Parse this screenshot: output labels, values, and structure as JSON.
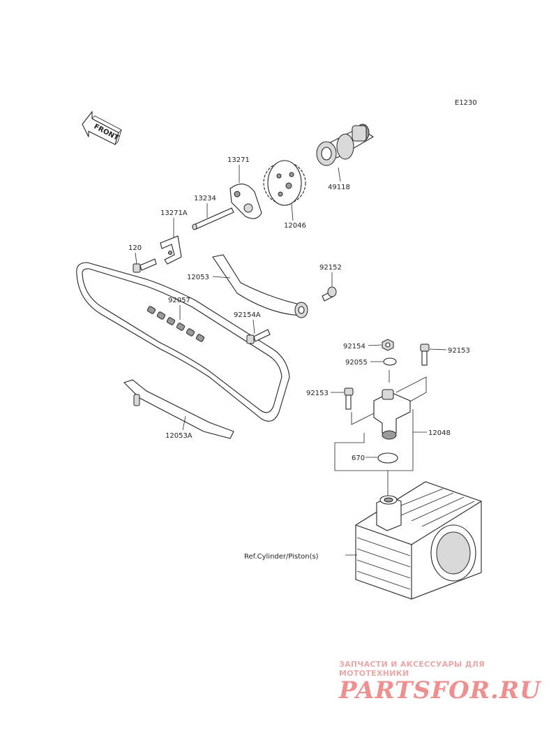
{
  "diagram_code": "E1230",
  "front_arrow": "FRONT",
  "labels": {
    "p13271": "13271",
    "p13234": "13234",
    "p13271a": "13271A",
    "p120": "120",
    "p12046": "12046",
    "p49118": "49118",
    "p12053": "12053",
    "p92152": "92152",
    "p92057": "92057",
    "p92154a": "92154A",
    "p92154": "92154",
    "p92153_right": "92153",
    "p92055": "92055",
    "p92153_left": "92153",
    "p12048": "12048",
    "p670": "670",
    "p12053a": "12053A",
    "ref_cylinder": "Ref.Cylinder/Piston(s)"
  },
  "watermark": {
    "subtitle": "ЗАПЧАСТИ И АКСЕССУАРЫ ДЛЯ МОТОТЕХНИКИ",
    "logo": "PARTSFOR.RU"
  }
}
